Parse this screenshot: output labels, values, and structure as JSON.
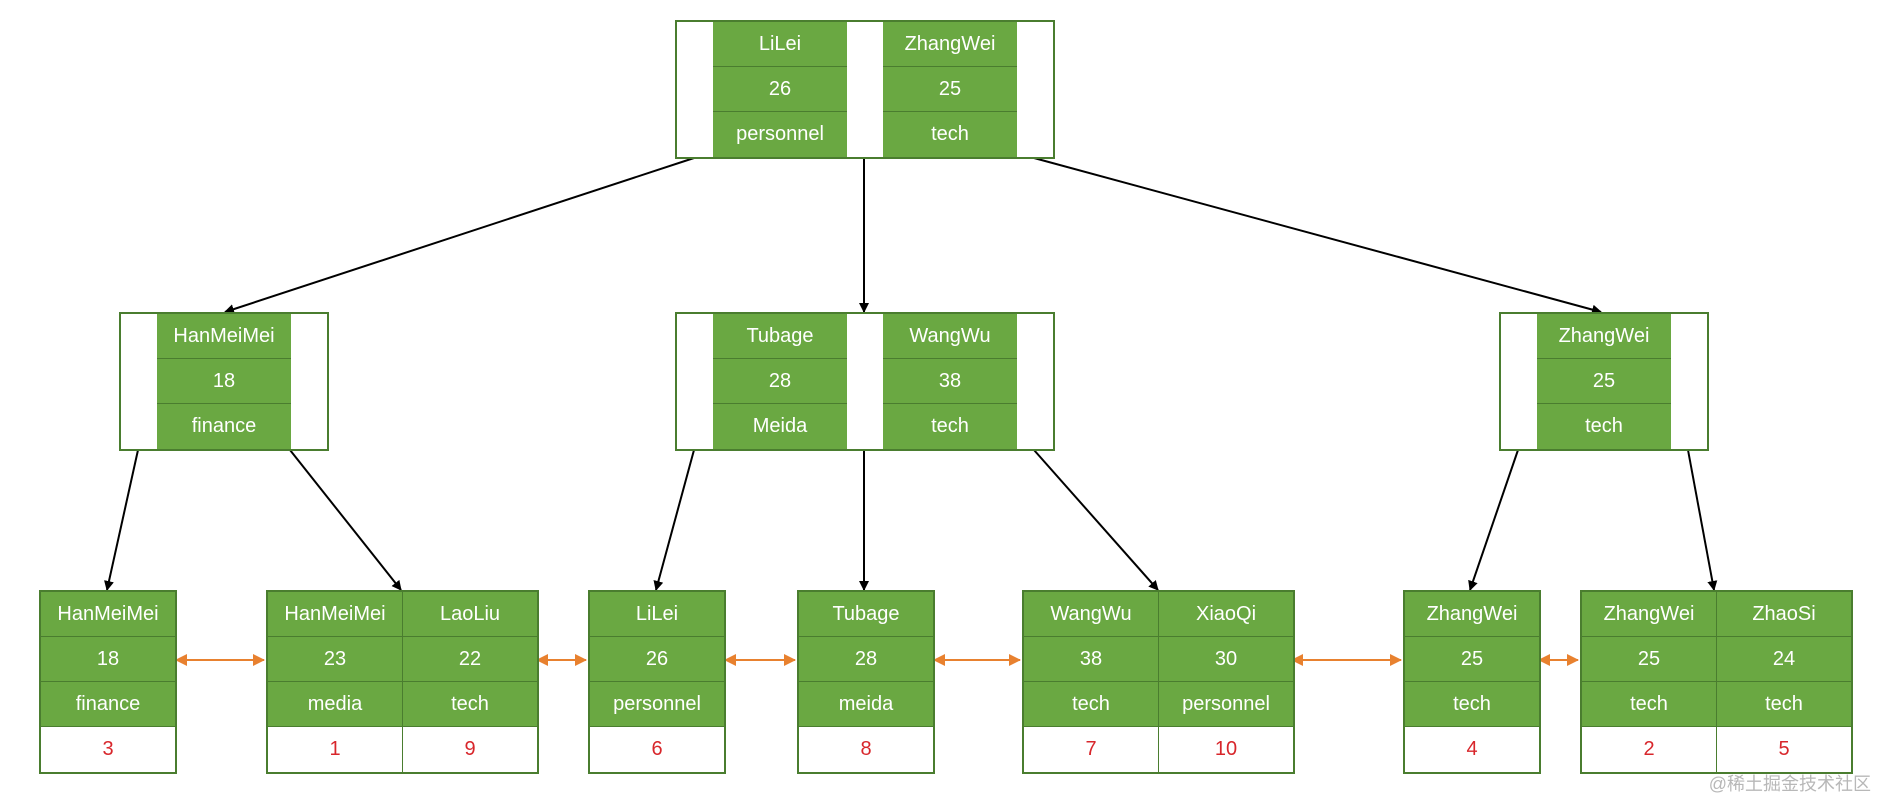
{
  "colors": {
    "cell_fill": "#6aa842",
    "border": "#4a7d2f",
    "id_text": "#d8262b",
    "leaf_link": "#e8812f",
    "edge": "#000000"
  },
  "root": {
    "keys": [
      [
        "LiLei",
        "26",
        "personnel"
      ],
      [
        "ZhangWei",
        "25",
        "tech"
      ]
    ]
  },
  "level1": [
    {
      "keys": [
        [
          "HanMeiMei",
          "18",
          "finance"
        ]
      ]
    },
    {
      "keys": [
        [
          "Tubage",
          "28",
          "Meida"
        ],
        [
          "WangWu",
          "38",
          "tech"
        ]
      ]
    },
    {
      "keys": [
        [
          "ZhangWei",
          "25",
          "tech"
        ]
      ]
    }
  ],
  "leaves": [
    {
      "records": [
        {
          "fields": [
            "HanMeiMei",
            "18",
            "finance"
          ],
          "id": "3"
        }
      ]
    },
    {
      "records": [
        {
          "fields": [
            "HanMeiMei",
            "23",
            "media"
          ],
          "id": "1"
        },
        {
          "fields": [
            "LaoLiu",
            "22",
            "tech"
          ],
          "id": "9"
        }
      ]
    },
    {
      "records": [
        {
          "fields": [
            "LiLei",
            "26",
            "personnel"
          ],
          "id": "6"
        }
      ]
    },
    {
      "records": [
        {
          "fields": [
            "Tubage",
            "28",
            "meida"
          ],
          "id": "8"
        }
      ]
    },
    {
      "records": [
        {
          "fields": [
            "WangWu",
            "38",
            "tech"
          ],
          "id": "7"
        },
        {
          "fields": [
            "XiaoQi",
            "30",
            "personnel"
          ],
          "id": "10"
        }
      ]
    },
    {
      "records": [
        {
          "fields": [
            "ZhangWei",
            "25",
            "tech"
          ],
          "id": "4"
        }
      ]
    },
    {
      "records": [
        {
          "fields": [
            "ZhangWei",
            "25",
            "tech"
          ],
          "id": "2"
        },
        {
          "fields": [
            "ZhaoSi",
            "24",
            "tech"
          ],
          "id": "5"
        }
      ]
    }
  ],
  "watermark": "@稀土掘金技术社区"
}
